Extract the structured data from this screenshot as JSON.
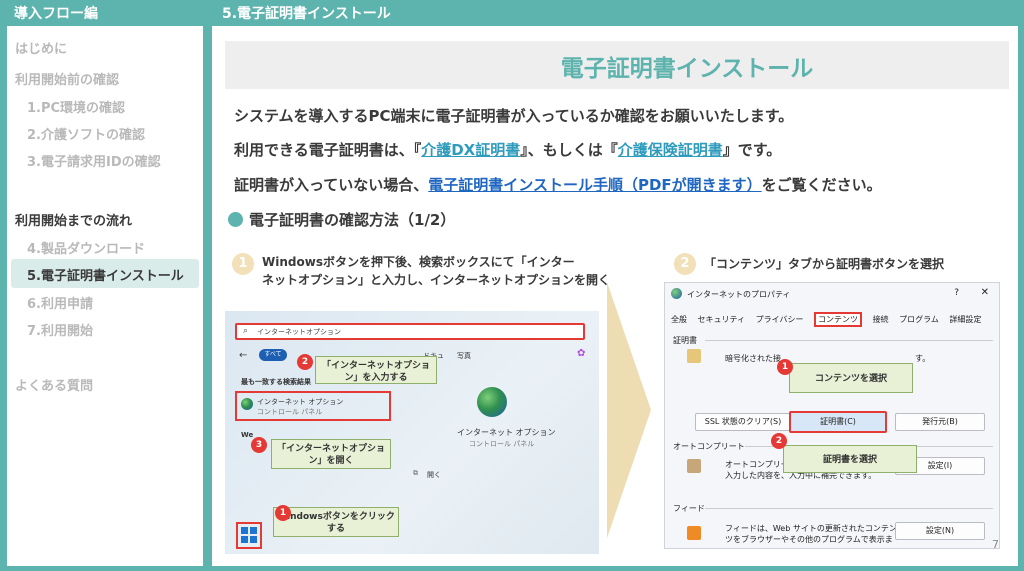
{
  "header": {
    "left_title": "導入フロー編",
    "right_title": "5.電子証明書インストール"
  },
  "sidebar": {
    "items": [
      {
        "label": "はじめに"
      },
      {
        "label": "利用開始前の確認"
      },
      {
        "label": "1.PC環境の確認"
      },
      {
        "label": "2.介護ソフトの確認"
      },
      {
        "label": "3.電子請求用IDの確認"
      },
      {
        "label": "利用開始までの流れ"
      },
      {
        "label": "4.製品ダウンロード"
      },
      {
        "label": "5.電子証明書インストール"
      },
      {
        "label": "6.利用申請"
      },
      {
        "label": "7.利用開始"
      },
      {
        "label": "よくある質問"
      }
    ]
  },
  "main": {
    "title": "電子証明書インストール",
    "line1": "システムを導入するPC端末に電子証明書が入っているか確認をお願いいたします。",
    "line2_a": "利用できる電子証明書は、『",
    "line2_link1": "介護DX証明書",
    "line2_b": "』、もしくは『",
    "line2_link2": "介護保険証明書",
    "line2_c": "』です。",
    "line3_a": "証明書が入っていない場合、",
    "line3_link": "電子証明書インストール手順（PDFが開きます）",
    "line3_b": "をご覧ください。",
    "section_title": "電子証明書の確認方法（1/2）",
    "step1": {
      "num": "1",
      "line1": "Windowsボタンを押下後、検索ボックスにて「インター",
      "line2": "ネットオプション」と入力し、インターネットオプションを開く"
    },
    "step2": {
      "num": "2",
      "text": "「コンテンツ」タブから証明書ボタンを選択"
    },
    "page_number": "7"
  },
  "screenshot1": {
    "search_text": "インターネットオプション",
    "filter_all": "すべて",
    "filter_photos": "写真",
    "filter_docs": "ドキュ",
    "best_match": "最も一致する検索結果",
    "result_title": "インターネット オプション",
    "result_sub": "コントロール パネル",
    "web_label": "We",
    "preview_title": "インターネット オプション",
    "preview_sub": "コントロール パネル",
    "preview_open": "開く",
    "callout2": "「インターネットオプション」を入力する",
    "callout3": "「インターネットオプション」を開く",
    "callout1": "Windowsボタンをクリックする",
    "num1": "1",
    "num2": "2",
    "num3": "3"
  },
  "dialog": {
    "title": "インターネットのプロパティ",
    "help": "?",
    "close": "✕",
    "tabs": [
      "全般",
      "セキュリティ",
      "プライバシー",
      "コンテンツ",
      "接続",
      "プログラム",
      "詳細設定"
    ],
    "cert_section": "証明書",
    "cert_text": "暗号化された接",
    "cert_tail": "す。",
    "btn_ssl": "SSL 状態のクリア(S)",
    "btn_cert": "証明書(C)",
    "btn_publisher": "発行元(B)",
    "autocomplete_section": "オートコンプリート",
    "autocomplete_text1": "オートコンプリート",
    "autocomplete_text2": "入力した内容を、入力中に補完できます。",
    "btn_settings1": "設定(I)",
    "feeds_section": "フィード",
    "feeds_text1": "フィードは、Web サイトの更新されたコンテン",
    "feeds_text2": "ツをブラウザーやその他のプログラムで表示ま",
    "btn_settings2": "設定(N)",
    "callout1": "コンテンツを選択",
    "callout2": "証明書を選択",
    "num1": "1",
    "num2": "2"
  }
}
